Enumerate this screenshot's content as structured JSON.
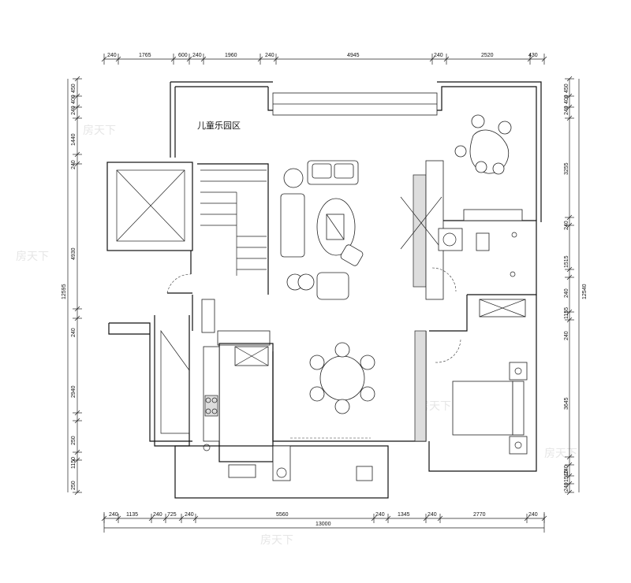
{
  "room_labels": {
    "kids_play_area": "儿童乐园区"
  },
  "dimensions": {
    "top": [
      "240",
      "1765",
      "600",
      "240",
      "1960",
      "240",
      "4945",
      "240",
      "2520",
      "430"
    ],
    "bottom": [
      "240",
      "1135",
      "240",
      "725",
      "240",
      "5560",
      "240",
      "1345",
      "240",
      "2770",
      "240"
    ],
    "bottom_total": "13000",
    "left": [
      "450",
      "400",
      "240",
      "1440",
      "240",
      "4930",
      "240",
      "2940",
      "250",
      "1150",
      "250"
    ],
    "left_total": "12595",
    "right": [
      "450",
      "400",
      "240",
      "3255",
      "240",
      "1515",
      "240",
      "1155",
      "240",
      "3645",
      "240",
      "1510",
      "240"
    ],
    "right_total": "12540"
  },
  "watermark": "房天下"
}
